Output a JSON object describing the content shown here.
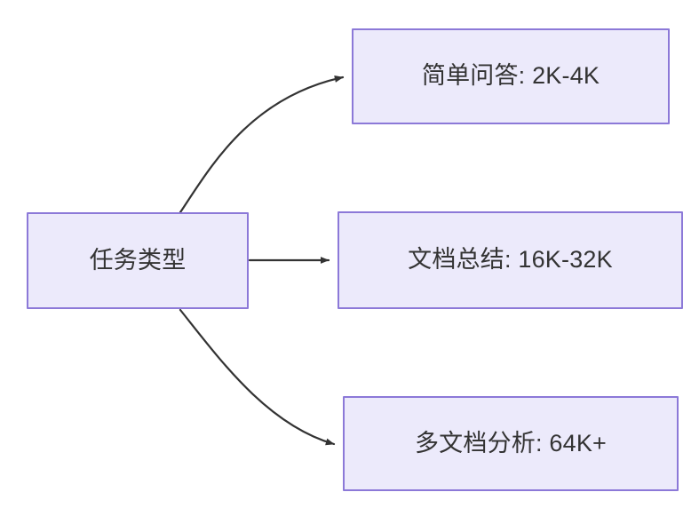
{
  "diagram": {
    "type": "flowchart",
    "direction": "left-to-right",
    "colors": {
      "node_fill": "#ECEAFB",
      "node_border": "#8C79D8",
      "node_text": "#333333",
      "edge_stroke": "#333333",
      "background": "#FFFFFF"
    },
    "root": {
      "id": "root",
      "label": "任务类型"
    },
    "branches": [
      {
        "id": "simple-qa",
        "label": "简单问答: 2K-4K",
        "task": "简单问答",
        "context_length": "2K-4K",
        "edge_style": "curved"
      },
      {
        "id": "doc-sum",
        "label": "文档总结: 16K-32K",
        "task": "文档总结",
        "context_length": "16K-32K",
        "edge_style": "straight"
      },
      {
        "id": "multi-doc",
        "label": "多文档分析: 64K+",
        "task": "多文档分析",
        "context_length": "64K+",
        "edge_style": "curved"
      }
    ]
  }
}
